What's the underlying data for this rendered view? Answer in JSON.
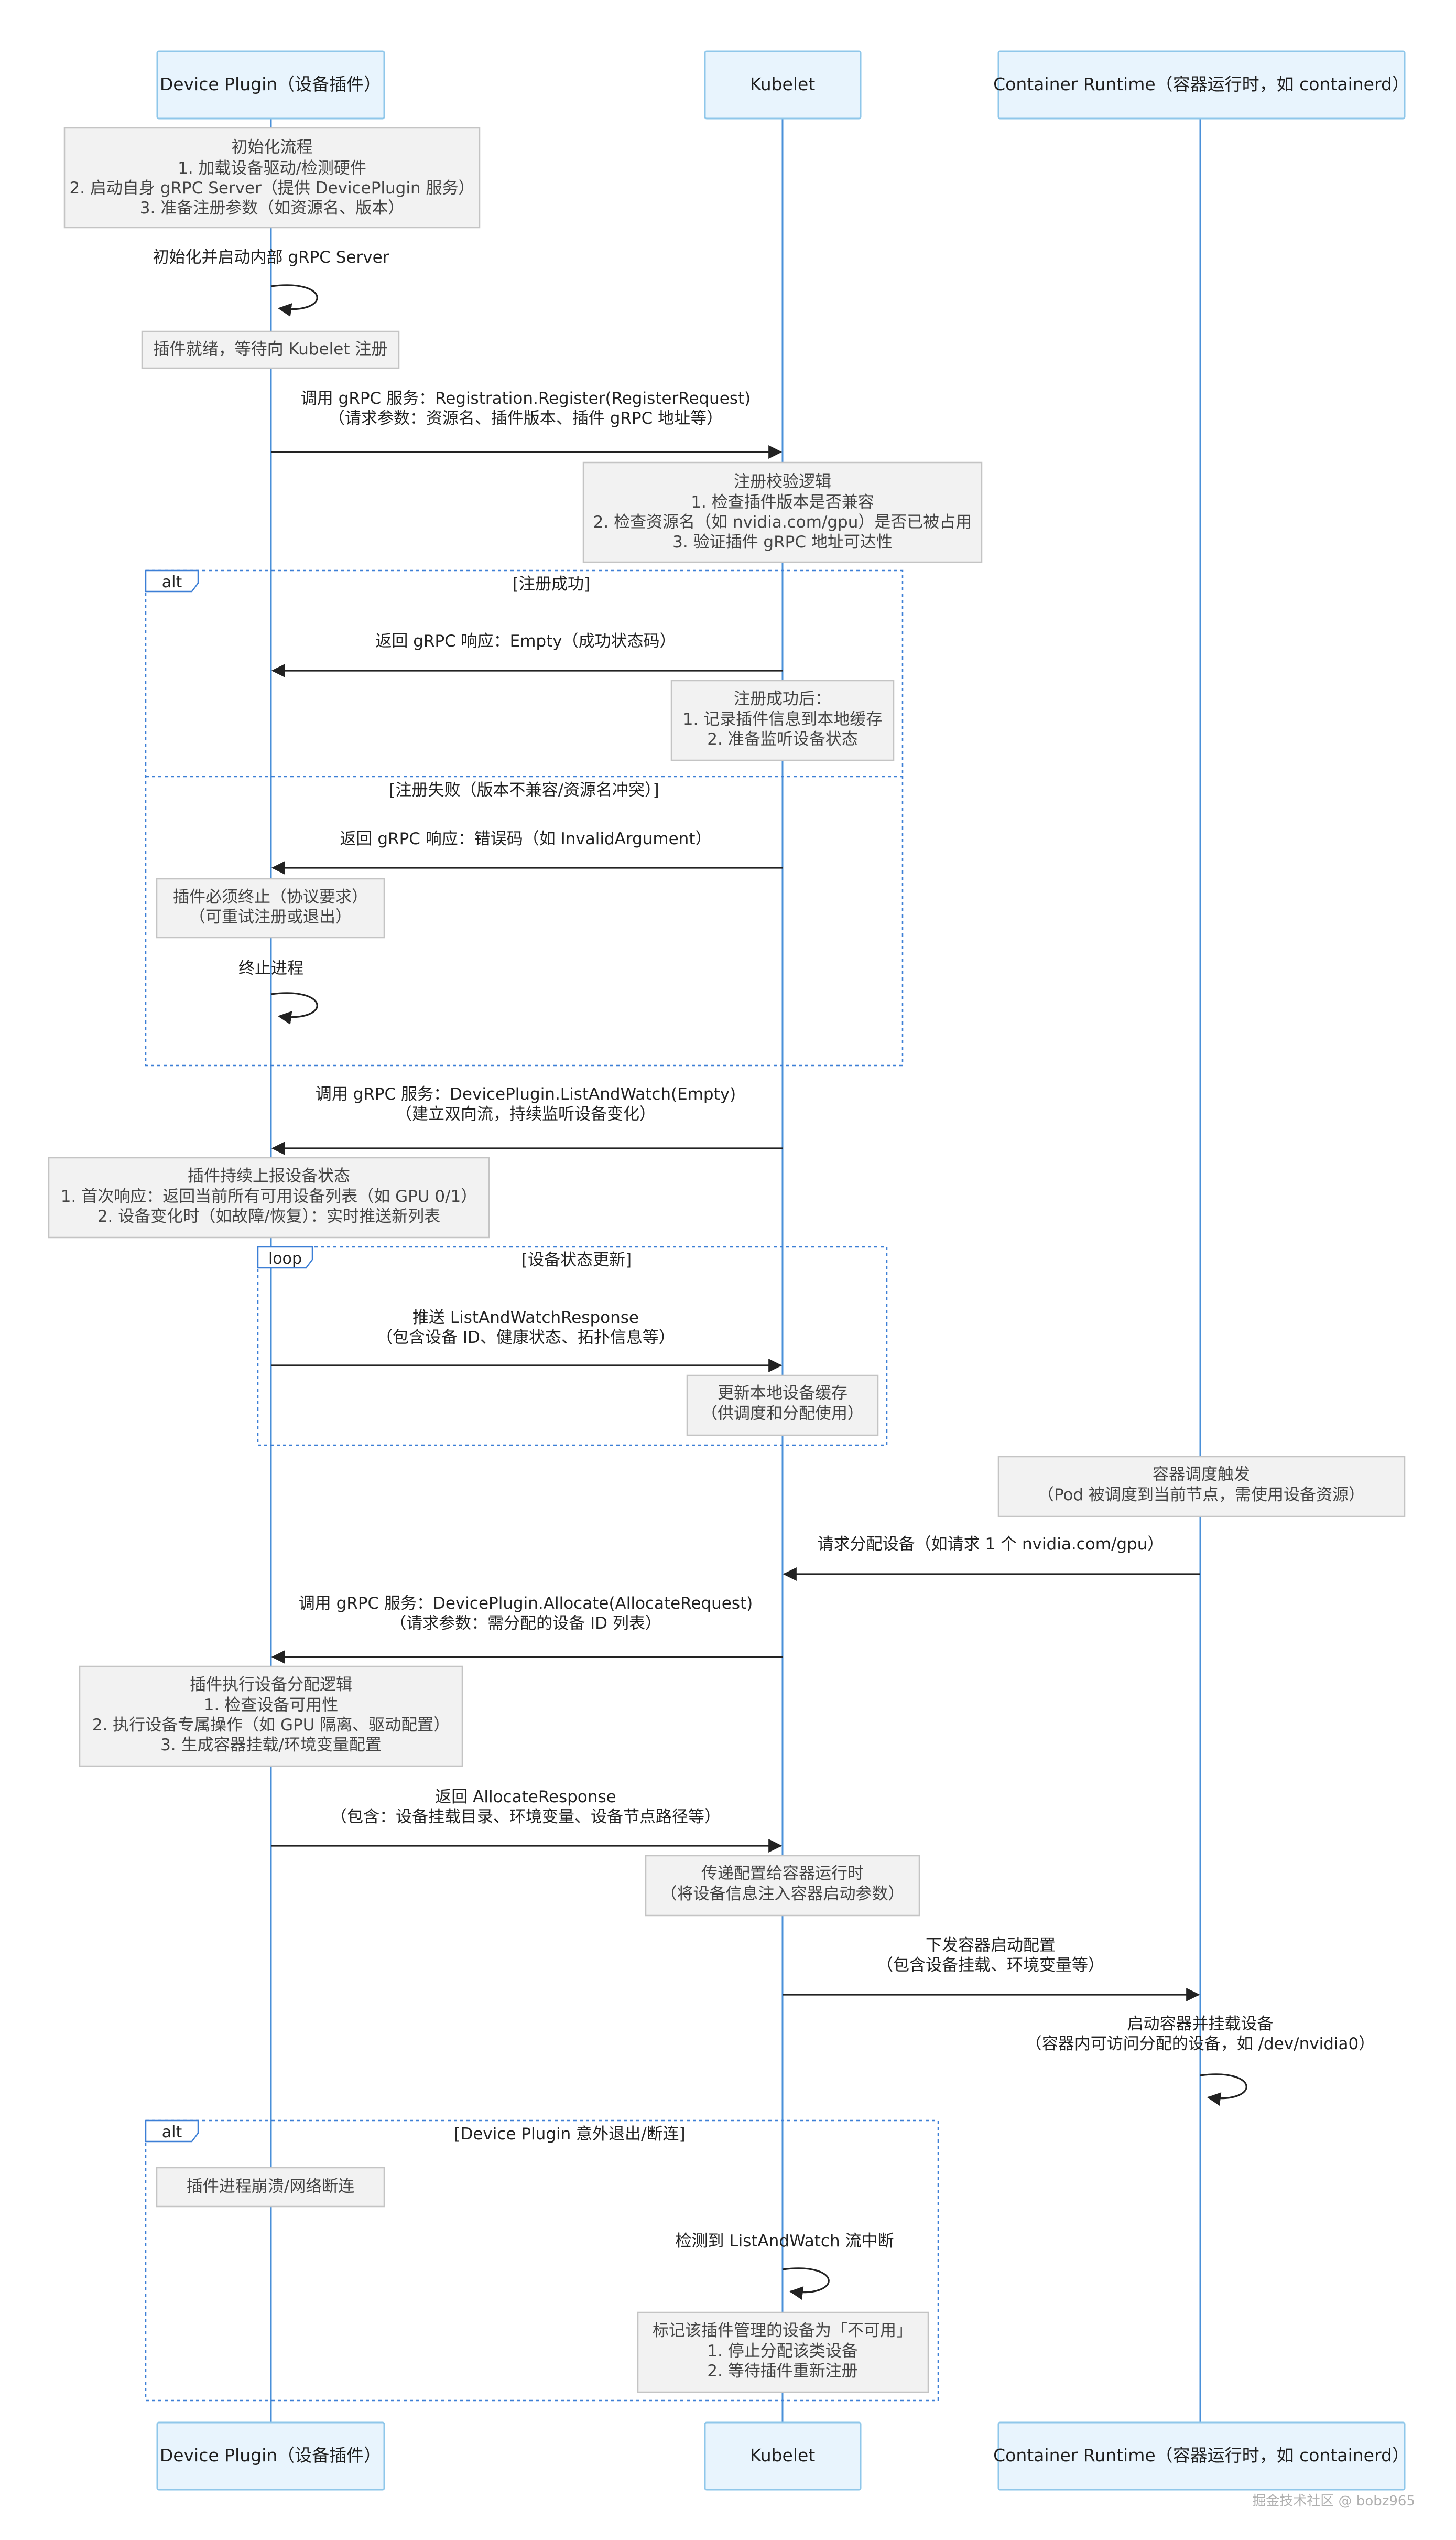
{
  "participants": [
    "Device Plugin（设备插件）",
    "Kubelet",
    "Container Runtime（容器运行时，如 containerd）"
  ],
  "notes": {
    "init": [
      "初始化流程",
      "1. 加载设备驱动/检测硬件",
      "2. 启动自身 gRPC Server（提供 DevicePlugin 服务）",
      "3. 准备注册参数（如资源名、版本）"
    ],
    "ready": [
      "插件就绪，等待向 Kubelet 注册"
    ],
    "validate": [
      "注册校验逻辑",
      "1. 检查插件版本是否兼容",
      "2. 检查资源名（如 nvidia.com/gpu）是否已被占用",
      "3. 验证插件 gRPC 地址可达性"
    ],
    "reg_ok": [
      "注册成功后：",
      "1. 记录插件信息到本地缓存",
      "2. 准备监听设备状态"
    ],
    "must_exit": [
      "插件必须终止（协议要求）",
      "（可重试注册或退出）"
    ],
    "report": [
      "插件持续上报设备状态",
      "1. 首次响应：返回当前所有可用设备列表（如 GPU 0/1）",
      "2. 设备变化时（如故障/恢复）：实时推送新列表"
    ],
    "update_cache": [
      "更新本地设备缓存",
      "（供调度和分配使用）"
    ],
    "schedule": [
      "容器调度触发",
      "（Pod 被调度到当前节点，需使用设备资源）"
    ],
    "alloc_logic": [
      "插件执行设备分配逻辑",
      "1. 检查设备可用性",
      "2. 执行设备专属操作（如 GPU 隔离、驱动配置）",
      "3. 生成容器挂载/环境变量配置"
    ],
    "pass_config": [
      "传递配置给容器运行时",
      "（将设备信息注入容器启动参数）"
    ],
    "crash": [
      "插件进程崩溃/网络断连"
    ],
    "mark": [
      "标记该插件管理的设备为「不可用」",
      "1. 停止分配该类设备",
      "2. 等待插件重新注册"
    ]
  },
  "messages": {
    "self_init": [
      "初始化并启动内部 gRPC Server"
    ],
    "register": [
      "调用 gRPC 服务：Registration.Register(RegisterRequest)",
      "（请求参数：资源名、插件版本、插件 gRPC 地址等）"
    ],
    "resp_empty": [
      "返回 gRPC 响应：Empty（成功状态码）"
    ],
    "resp_err": [
      "返回 gRPC 响应：错误码（如 InvalidArgument）"
    ],
    "terminate": [
      "终止进程"
    ],
    "listwatch": [
      "调用 gRPC 服务：DevicePlugin.ListAndWatch(Empty)",
      "（建立双向流，持续监听设备变化）"
    ],
    "push": [
      "推送 ListAndWatchResponse",
      "（包含设备 ID、健康状态、拓扑信息等）"
    ],
    "request_dev": [
      "请求分配设备（如请求 1 个 nvidia.com/gpu）"
    ],
    "allocate": [
      "调用 gRPC 服务：DevicePlugin.Allocate(AllocateRequest)",
      "（请求参数：需分配的设备 ID 列表）"
    ],
    "alloc_resp": [
      "返回 AllocateResponse",
      "（包含：设备挂载目录、环境变量、设备节点路径等）"
    ],
    "send_config": [
      "下发容器启动配置",
      "（包含设备挂载、环境变量等）"
    ],
    "start_container": [
      "启动容器并挂载设备",
      "（容器内可访问分配的设备，如 /dev/nvidia0）"
    ],
    "detect_break": [
      "检测到 ListAndWatch 流中断"
    ]
  },
  "frames": {
    "alt1": {
      "keyword": "alt",
      "condition": "[注册成功]",
      "else_condition": "[注册失败（版本不兼容/资源名冲突）]"
    },
    "loop": {
      "keyword": "loop",
      "condition": "[设备状态更新]"
    },
    "alt2": {
      "keyword": "alt",
      "condition": "[Device Plugin 意外退出/断连]"
    }
  },
  "watermark": "掘金技术社区 @ bobz965",
  "colors": {
    "actor_fill": "#e8f4fd",
    "actor_border": "#8fc7ea",
    "lifeline": "#4a90d9",
    "note_fill": "#f2f2f2",
    "note_border": "#c4c4c4",
    "frame_border": "#3c7fd6",
    "arrow": "#222222"
  }
}
